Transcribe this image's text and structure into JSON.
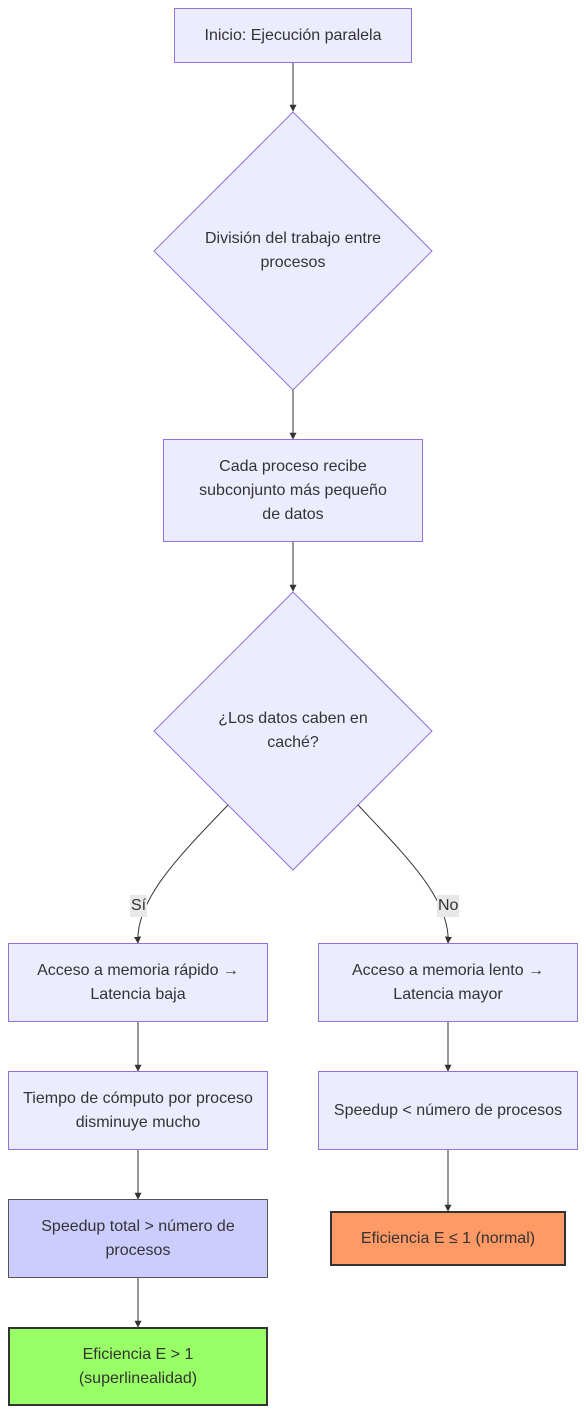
{
  "nodes": {
    "start": "Inicio: Ejecución paralela",
    "split": "División del trabajo entre procesos",
    "subset": "Cada proceso recibe subconjunto más pequeño de datos",
    "fit": "¿Los datos caben en caché?",
    "fast": "Acceso a memoria rápido → Latencia baja",
    "compute": "Tiempo de cómputo por proceso disminuye mucho",
    "speedup_total": "Speedup total > número de procesos",
    "eff_super": "Eficiencia E > 1 (superlinealidad)",
    "slow": "Acceso a memoria lento → Latencia mayor",
    "speedup_less": "Speedup < número de procesos",
    "eff_normal": "Eficiencia E ≤ 1 (normal)"
  },
  "edge_labels": {
    "yes": "Sí",
    "no": "No"
  },
  "colors": {
    "default_fill": "#ececff",
    "default_stroke": "#9370db",
    "speedup_total_fill": "#ccccff",
    "eff_super_fill": "#99ff66",
    "eff_normal_fill": "#ff9966",
    "edge": "#333333"
  }
}
